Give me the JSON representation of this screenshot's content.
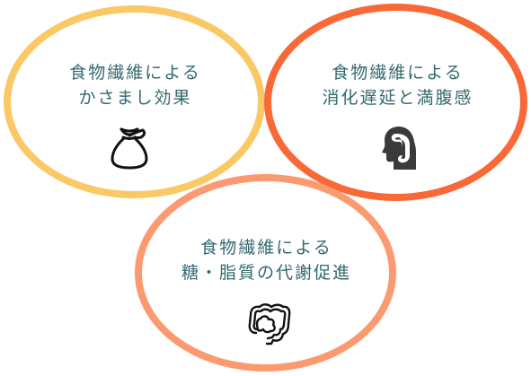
{
  "panels": [
    {
      "line1": "食物繊維による",
      "line2": "かさまし効果",
      "color": "#fbc866",
      "icon": "bag-icon"
    },
    {
      "line1": "食物繊維による",
      "line2": "消化遅延と満腹感",
      "color": "#f86937",
      "icon": "digestive-tract-profile-icon"
    },
    {
      "line1": "食物繊維による",
      "line2": "糖・脂質の代謝促進",
      "color": "#fb9a70",
      "icon": "intestine-icon"
    }
  ],
  "text_color": "#33696f"
}
